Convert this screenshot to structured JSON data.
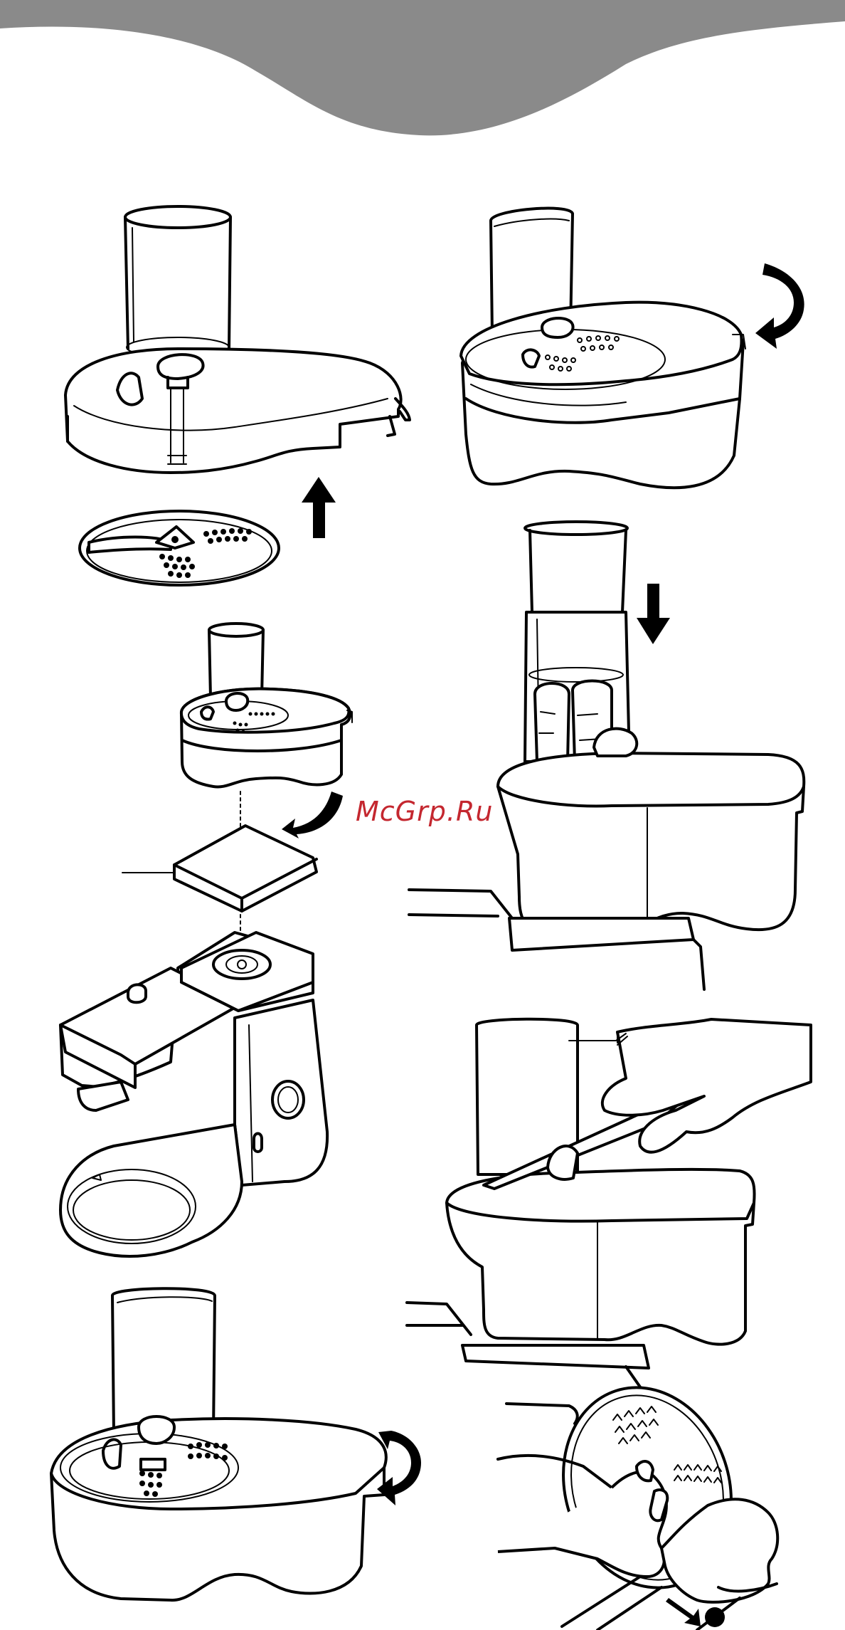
{
  "watermark": {
    "text": "McGrp.Ru",
    "color": "#c4272f"
  },
  "colors": {
    "header_band": "#8a8a8a",
    "line": "#000000",
    "background": "#ffffff"
  },
  "figures": [
    {
      "id": "lid-and-disc",
      "icons": [
        "lid-icon",
        "slicing-disc-icon",
        "arrow-up-icon"
      ]
    },
    {
      "id": "assembled-lid-rotate",
      "icons": [
        "processor-bowl-icon",
        "rotate-arrow-icon"
      ]
    },
    {
      "id": "attach-to-mixer",
      "icons": [
        "processor-unit-icon",
        "outlet-cover-icon",
        "stand-mixer-icon",
        "curved-arrow-icon"
      ]
    },
    {
      "id": "pusher-feed",
      "icons": [
        "pusher-icon",
        "carrots-icon",
        "arrow-down-icon"
      ]
    },
    {
      "id": "knife-clean",
      "icons": [
        "hand-icon",
        "knife-icon"
      ]
    },
    {
      "id": "bowl-rotate-remove",
      "icons": [
        "processor-bowl-icon",
        "rotate-arrow-icon"
      ]
    },
    {
      "id": "disc-wash",
      "icons": [
        "hand-icon",
        "disc-icon",
        "dishwasher-dot-icon"
      ]
    }
  ]
}
